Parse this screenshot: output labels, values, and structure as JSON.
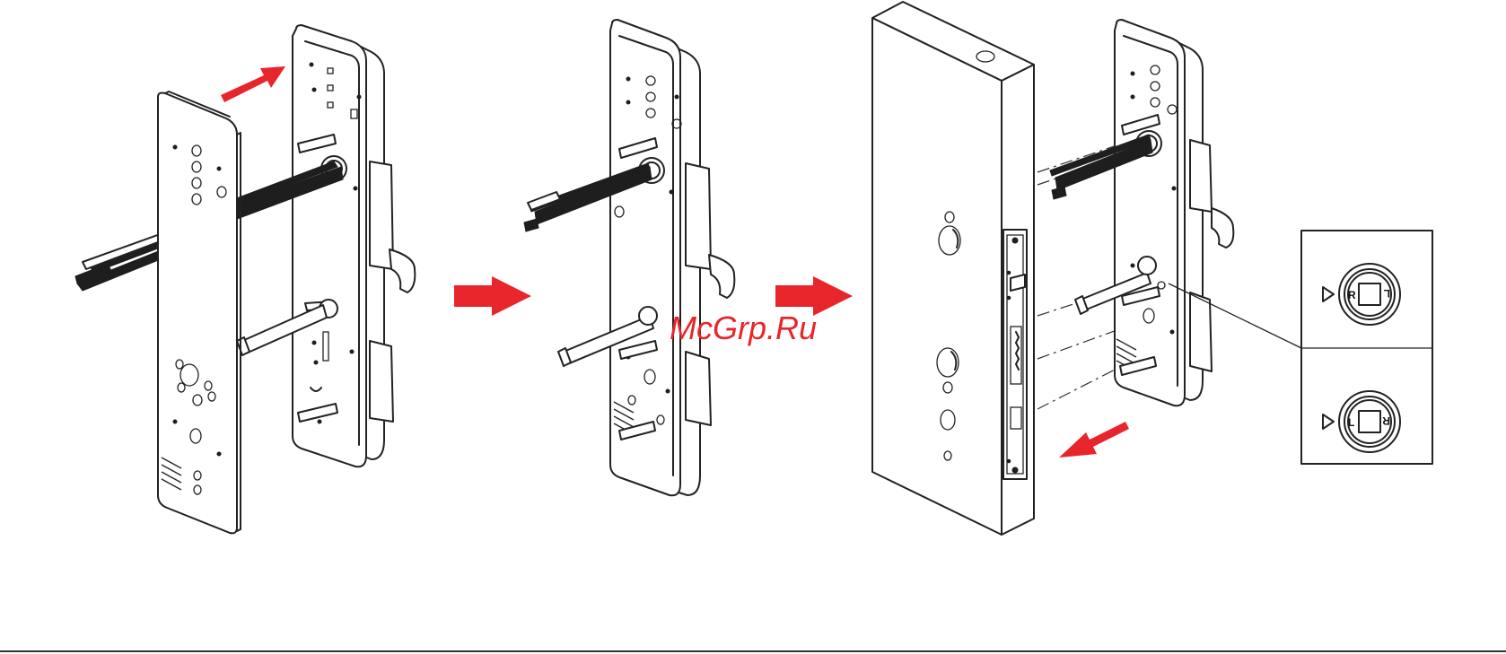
{
  "watermark": "McGrp.Ru",
  "insets": [
    {
      "left_mark": "R",
      "right_mark": "L"
    },
    {
      "left_mark": "L",
      "right_mark": "R"
    }
  ],
  "colors": {
    "arrow": "#e8252b",
    "line": "#222222"
  },
  "icons": [
    "red-arrow-icon",
    "triangle-pointer-icon"
  ]
}
